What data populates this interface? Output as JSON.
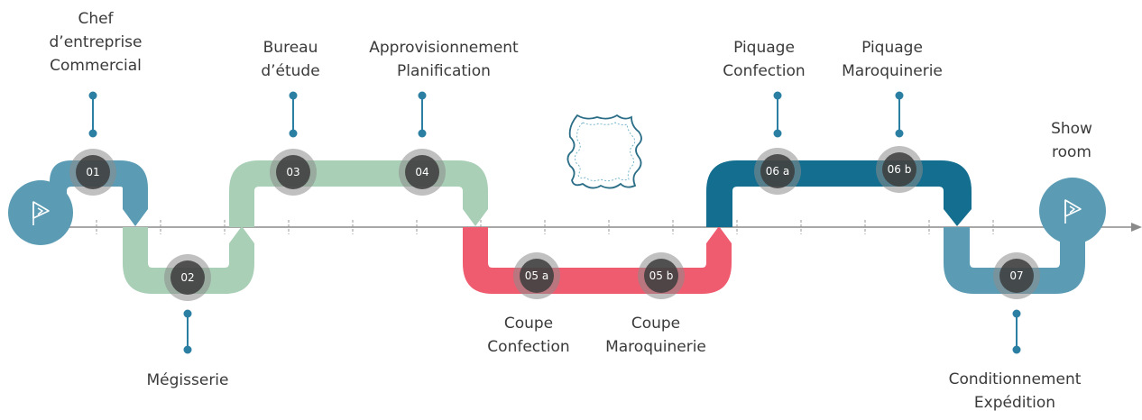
{
  "start_icon": "flag-icon",
  "end_icon": "flag-icon",
  "decoration_icon": "leather-hide-icon",
  "colors": {
    "blue_light": "#5b9cb4",
    "green": "#a9cfb6",
    "red": "#ef5b6f",
    "teal_dark": "#136e8f",
    "node": "#4a4a4a",
    "axis": "#8a8a8a",
    "pin": "#2a7fa3"
  },
  "steps": [
    {
      "id": "01",
      "label": "Chef\nd’entreprise\nCommercial"
    },
    {
      "id": "02",
      "label": "Mégisserie"
    },
    {
      "id": "03",
      "label": "Bureau\nd’étude"
    },
    {
      "id": "04",
      "label": "Approvisionnement\nPlanification"
    },
    {
      "id": "05 a",
      "label": "Coupe\nConfection"
    },
    {
      "id": "05 b",
      "label": "Coupe\nMaroquinerie"
    },
    {
      "id": "06 a",
      "label": "Piquage\nConfection"
    },
    {
      "id": "06 b",
      "label": "Piquage\nMaroquinerie"
    },
    {
      "id": "07",
      "label": "Conditionnement\nExpédition"
    }
  ],
  "end_label": "Show\nroom"
}
